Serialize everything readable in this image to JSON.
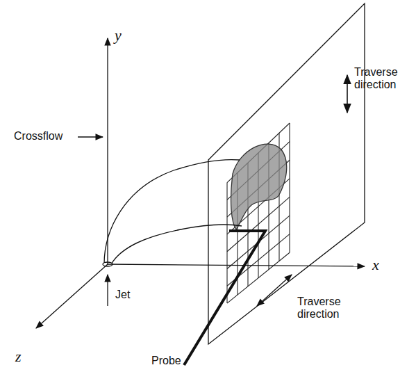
{
  "diagram": {
    "labels": [
      "y",
      "Traverse direction",
      "Crossflow",
      "x",
      "Jet",
      "Traverse direction",
      "z",
      "Probe"
    ]
  }
}
